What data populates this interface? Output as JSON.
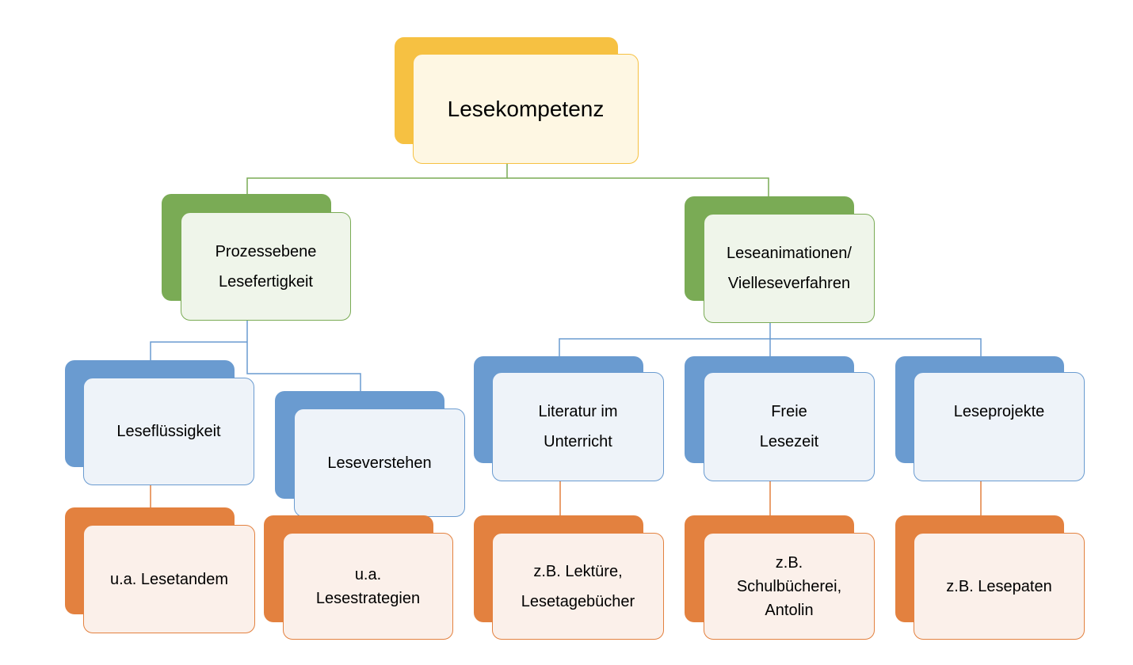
{
  "root": {
    "label": "Lesekompetenz"
  },
  "level1": [
    {
      "label": "Prozessebene\nLesefertigkeit"
    },
    {
      "label": "Leseanimationen/\nVielleseverfahren"
    }
  ],
  "level2": [
    {
      "label": "Leseflüssigkeit"
    },
    {
      "label": "Leseverstehen"
    },
    {
      "label": "Literatur im\nUnterricht"
    },
    {
      "label": "Freie\nLesezeit"
    },
    {
      "label": "Leseprojekte"
    }
  ],
  "level3": [
    {
      "label": "u.a. Lesetandem"
    },
    {
      "label": "u.a.\nLesestrategien"
    },
    {
      "label": "z.B. Lektüre,\nLesetagebücher"
    },
    {
      "label": "z.B.\nSchulbücherei,\nAntolin"
    },
    {
      "label": "z.B. Lesepaten"
    }
  ],
  "colors": {
    "root": "#F6C142",
    "level1": "#7AAB55",
    "level2": "#6A9BD0",
    "level3": "#E3813F"
  }
}
